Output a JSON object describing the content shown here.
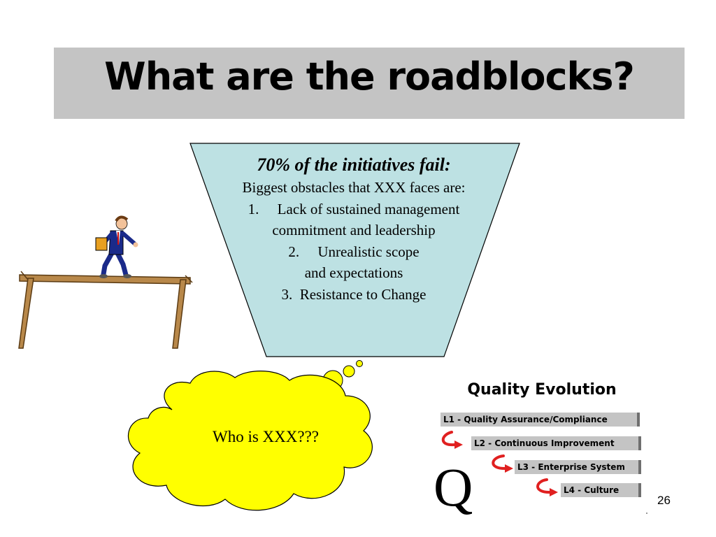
{
  "slide": {
    "title": "What are the roadblocks?",
    "page_number": "26"
  },
  "funnel": {
    "heading": "70% of the initiatives fail:",
    "intro": "Biggest obstacles that XXX faces are:",
    "item1_line1": "1.     Lack of sustained management",
    "item1_line2": "commitment and leadership",
    "item2_line1": "2.     Unrealistic scope",
    "item2_line2": "and expectations",
    "item3": "3.  Resistance to Change",
    "fill_color": "#bde1e3"
  },
  "thought_cloud": {
    "text": "Who is XXX???",
    "fill_color": "#ffff00"
  },
  "quality_evolution": {
    "title": "Quality Evolution",
    "levels": [
      "L1 - Quality Assurance/Compliance",
      "L2 - Continuous Improvement",
      "L3 - Enterprise System",
      "L4 - Culture"
    ],
    "symbol": "Q",
    "arrow_color": "#e02020"
  }
}
